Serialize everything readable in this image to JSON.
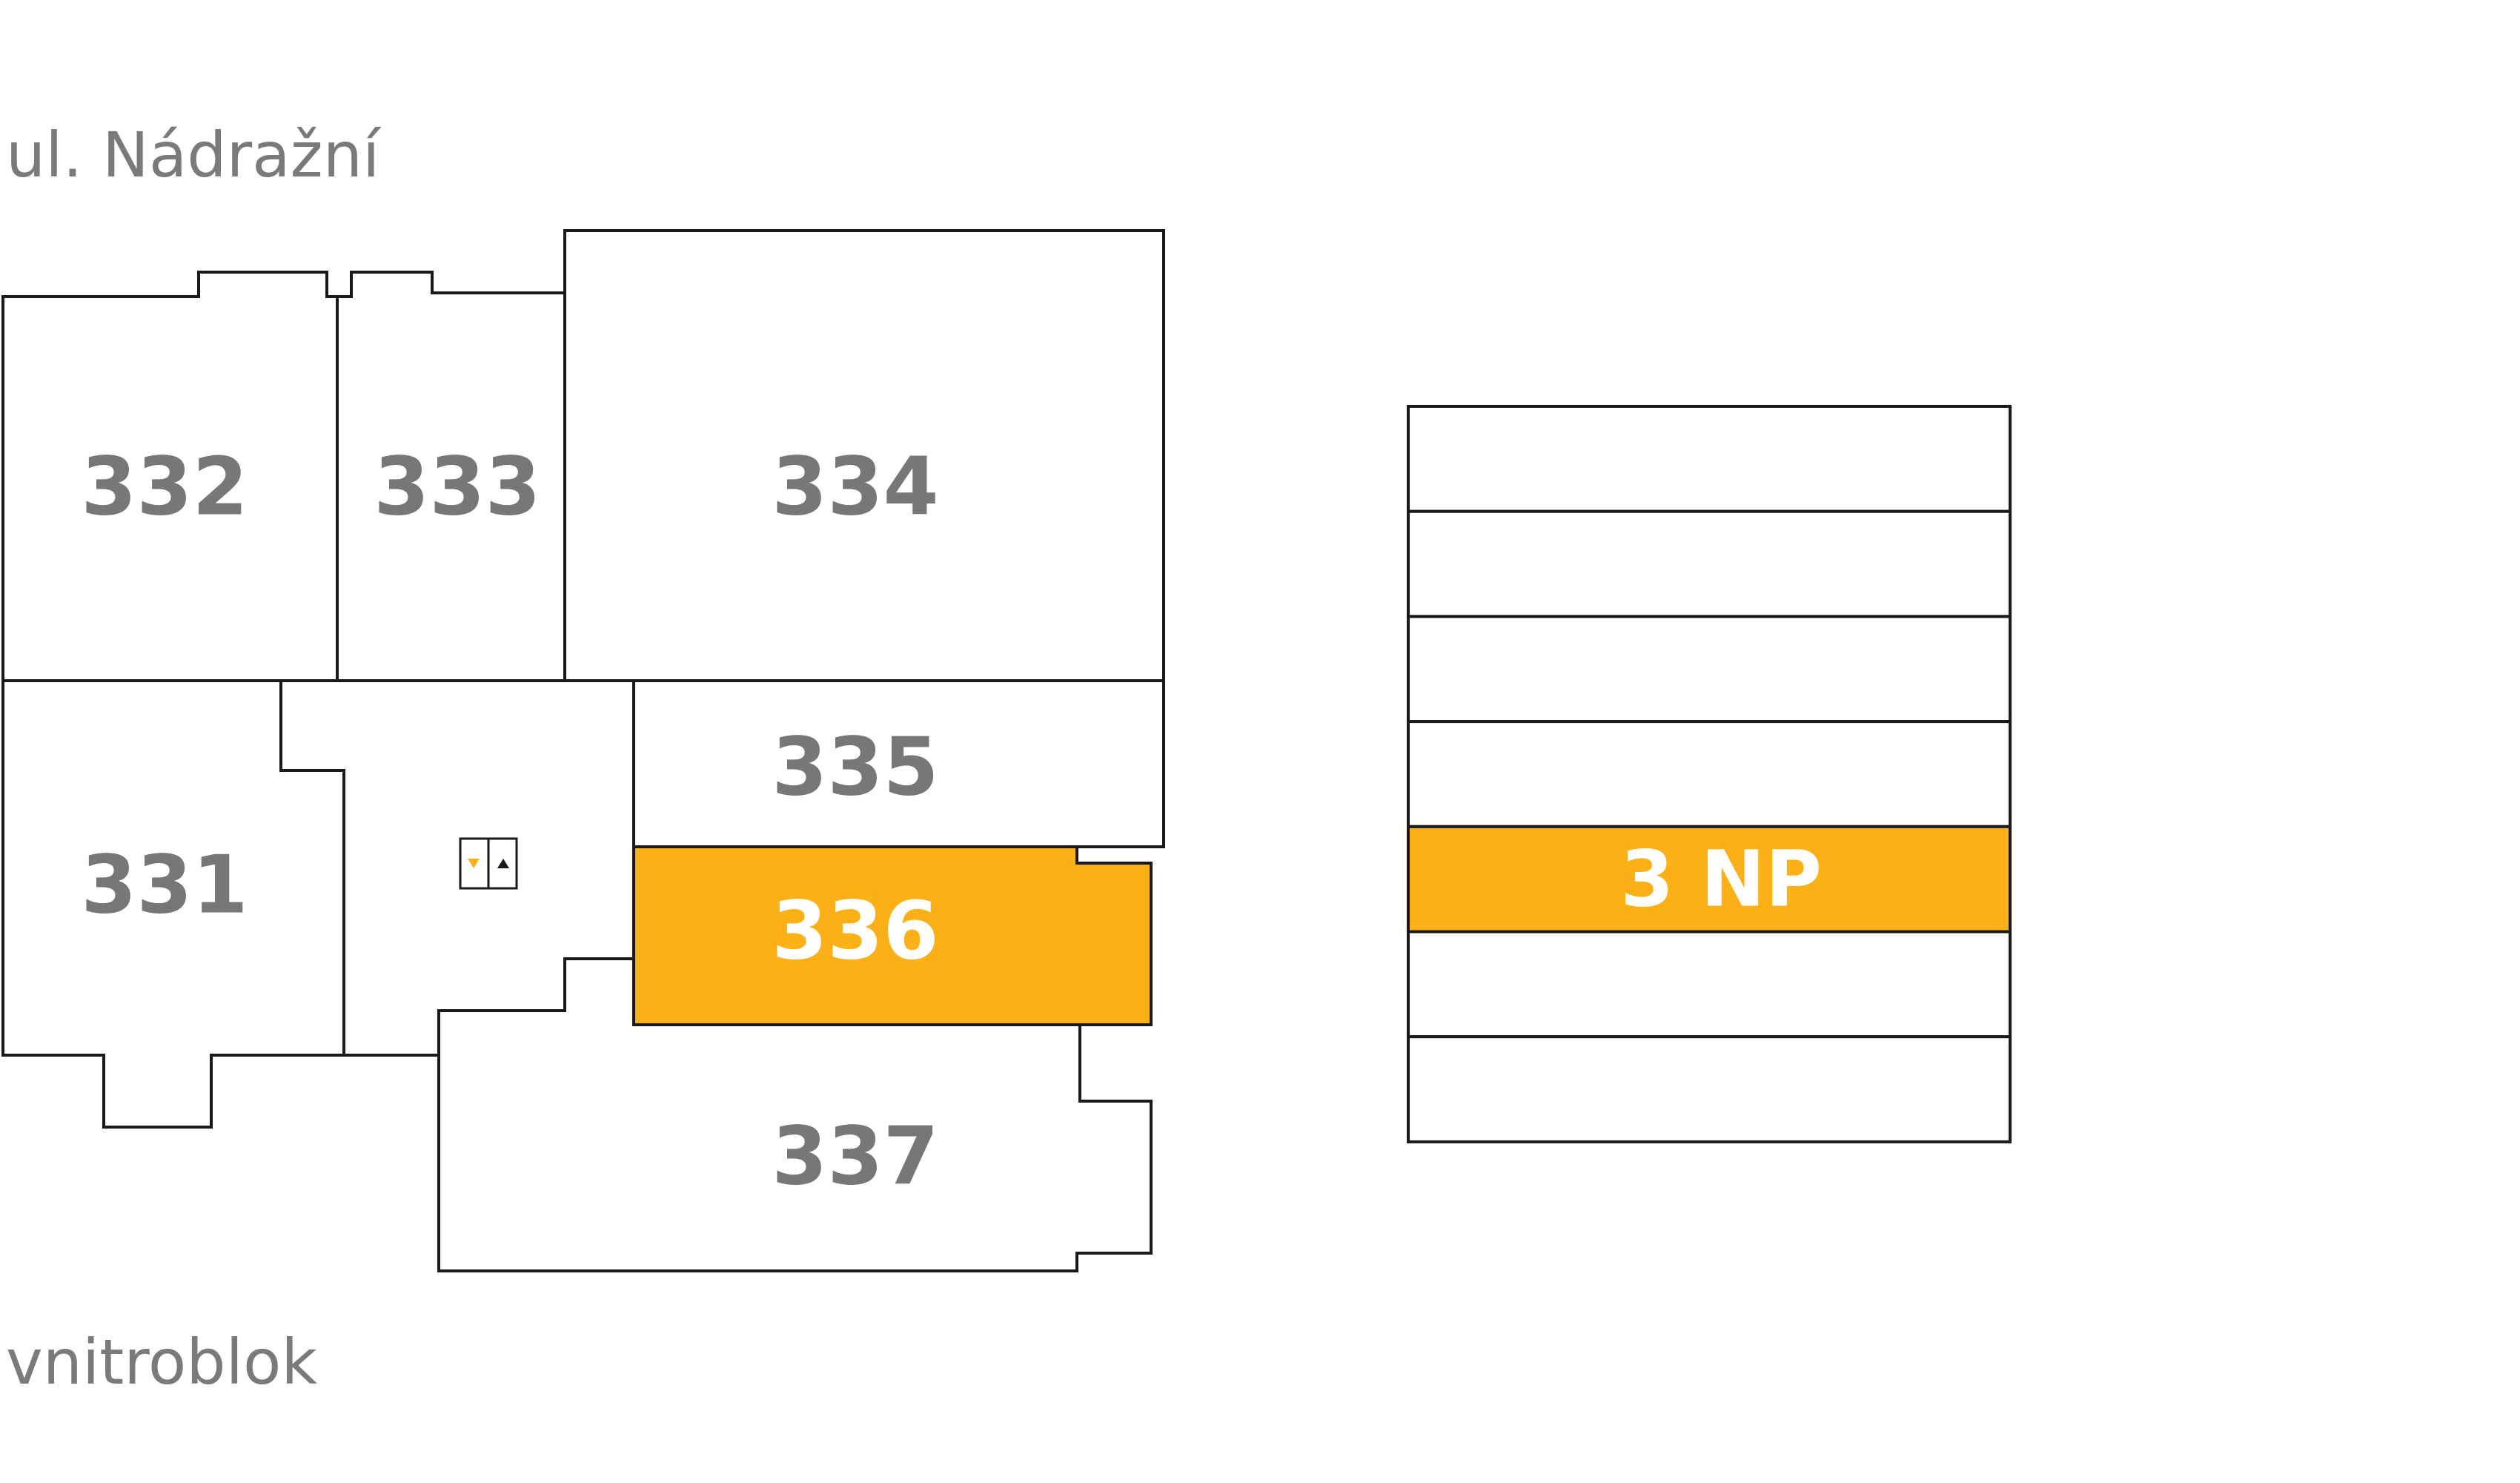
{
  "street_top": "ul. Nádražní",
  "street_bottom": "vnitroblok",
  "units": [
    {
      "id": "332",
      "label": "332",
      "selected": false
    },
    {
      "id": "333",
      "label": "333",
      "selected": false
    },
    {
      "id": "334",
      "label": "334",
      "selected": false
    },
    {
      "id": "335",
      "label": "335",
      "selected": false
    },
    {
      "id": "331",
      "label": "331",
      "selected": false
    },
    {
      "id": "336",
      "label": "336",
      "selected": true
    },
    {
      "id": "337",
      "label": "337",
      "selected": false
    }
  ],
  "floors": [
    {
      "label": "",
      "selected": false
    },
    {
      "label": "",
      "selected": false
    },
    {
      "label": "",
      "selected": false
    },
    {
      "label": "",
      "selected": false
    },
    {
      "label": "3 NP",
      "selected": true
    },
    {
      "label": "",
      "selected": false
    },
    {
      "label": "",
      "selected": false
    }
  ],
  "colors": {
    "accent": "#fbb017",
    "outline": "#1a1a1a",
    "label_gray": "#777777",
    "street_gray": "#7a7a7a"
  },
  "icons": {
    "elevator": "elevator-icon"
  }
}
